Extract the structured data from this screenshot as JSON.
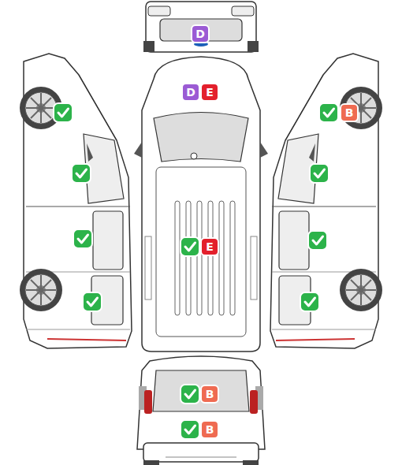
{
  "diagram": {
    "nodes": [
      {
        "text": [
          "D"
        ]
      },
      {
        "text": [
          "D"
        ]
      },
      {
        "text": [
          "E"
        ]
      },
      {
        "text": [
          "B"
        ]
      },
      {
        "text": [
          "E"
        ]
      },
      {
        "text": [
          "B"
        ]
      },
      {
        "text": [
          "B"
        ]
      }
    ]
  }
}
